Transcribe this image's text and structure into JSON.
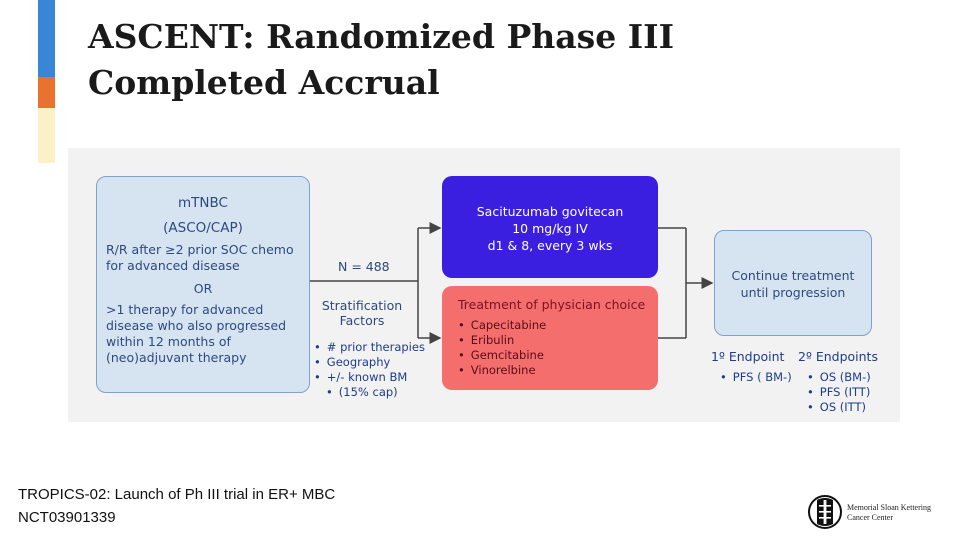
{
  "slide": {
    "title_line1": "ASCENT: Randomized Phase III",
    "title_line2": "Completed Accrual",
    "footer_line1": "TROPICS-02: Launch of Ph III trial in ER+ MBC",
    "footer_line2": "NCT03901339",
    "logo_text_line1": "Memorial Sloan Kettering",
    "logo_text_line2": "Cancer Center"
  },
  "colors": {
    "accent_blue": "#3a86d6",
    "accent_orange": "#e8722e",
    "accent_cream": "#fbf0c8",
    "arm_blue": "#3b1fe0",
    "arm_red": "#f46e6e",
    "box_light_blue": "#d6e3f1"
  },
  "diagram": {
    "eligibility": {
      "heading1": "mTNBC",
      "heading2": "(ASCO/CAP)",
      "crit1_line1": "R/R after ≥2 prior SOC chemo",
      "crit1_line2": "for advanced disease",
      "or": "OR",
      "crit2_line1": ">1 therapy for advanced",
      "crit2_line2": "disease who also progressed",
      "crit2_line3": "within 12 months of",
      "crit2_line4": "(neo)adjuvant therapy"
    },
    "n_label": "N = 488",
    "stratification": {
      "heading1": "Stratification",
      "heading2": "Factors",
      "items": [
        "# prior therapies",
        "Geography",
        "+/- known BM",
        "(15% cap)"
      ]
    },
    "arm_a": {
      "line1": "Sacituzumab govitecan",
      "line2": "10 mg/kg IV",
      "line3": "d1 & 8, every 3 wks"
    },
    "arm_b": {
      "heading": "Treatment of physician choice",
      "items": [
        "Capecitabine",
        "Eribulin",
        "Gemcitabine",
        "Vinorelbine"
      ]
    },
    "outcome": {
      "line1": "Continue treatment",
      "line2": "until progression"
    },
    "primary_endpoint": {
      "heading": "1º Endpoint",
      "items": [
        "PFS ( BM-)"
      ]
    },
    "secondary_endpoints": {
      "heading": "2º Endpoints",
      "items": [
        "OS (BM-)",
        "PFS (ITT)",
        "OS (ITT)"
      ]
    }
  }
}
